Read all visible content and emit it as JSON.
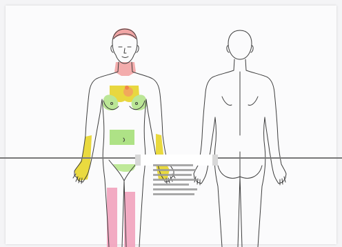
{
  "document": {
    "type": "body-map-diagram",
    "views": [
      "front",
      "back"
    ],
    "highlight_colors": {
      "red": "#f19c9c",
      "pink": "#f2a3bd",
      "yellow": "#e8d62a",
      "orange": "#f2a04a",
      "green": "#a6e07a"
    },
    "marked_regions": [
      {
        "name": "head-top",
        "color": "red"
      },
      {
        "name": "neck",
        "color": "red"
      },
      {
        "name": "chest",
        "color": "yellow"
      },
      {
        "name": "chest-spot",
        "color": "orange"
      },
      {
        "name": "breasts",
        "color": "green"
      },
      {
        "name": "abdomen",
        "color": "green"
      },
      {
        "name": "groin",
        "color": "green"
      },
      {
        "name": "right-forearm-hand",
        "color": "yellow"
      },
      {
        "name": "left-forearm-hand",
        "color": "yellow"
      },
      {
        "name": "right-thigh",
        "color": "pink"
      },
      {
        "name": "left-thigh",
        "color": "pink"
      }
    ],
    "redaction": {
      "visible": true,
      "line_color": "#777777"
    }
  }
}
